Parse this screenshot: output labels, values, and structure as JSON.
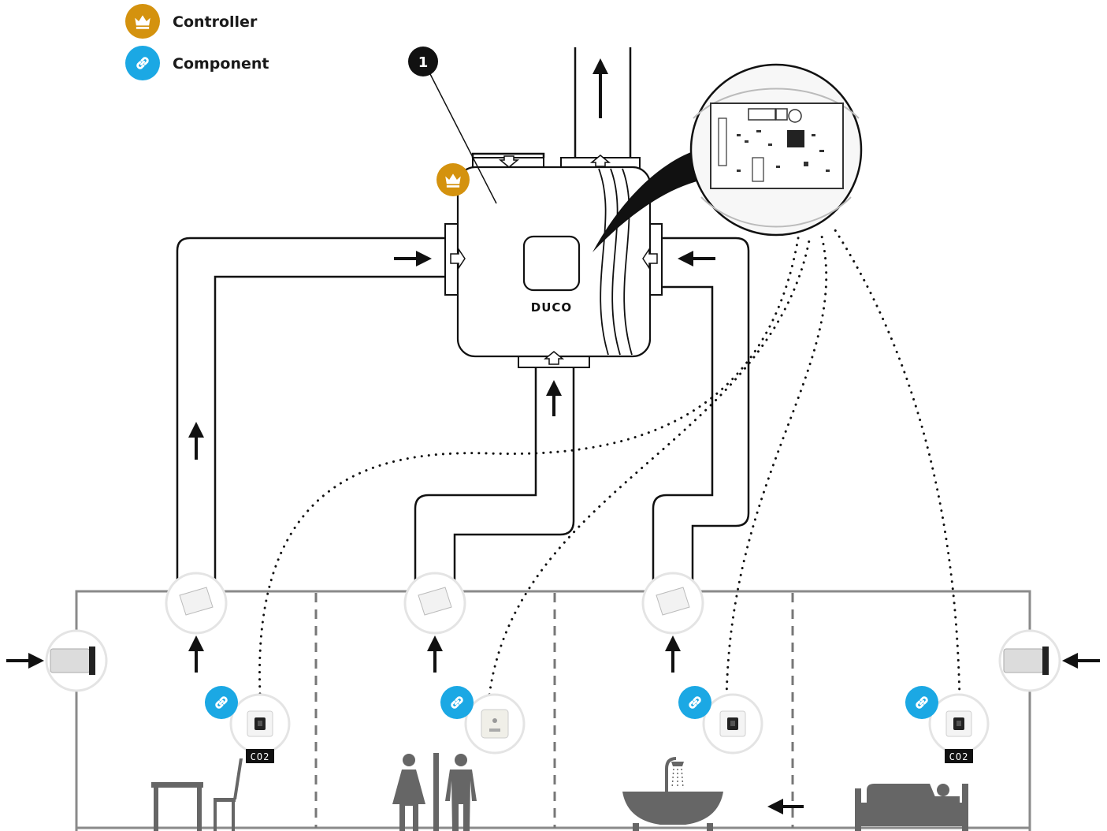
{
  "legend": {
    "controller_label": "Controller",
    "component_label": "Component"
  },
  "unit": {
    "number_badge": "1",
    "brand": "DUCO"
  },
  "sensors": {
    "living_room_tag": "CO2",
    "bedroom_tag": "CO2"
  },
  "colors": {
    "controller": "#D4920E",
    "component": "#1BA8E4",
    "wall": "#8a8a8a",
    "duct": "#111111",
    "room_icon": "#666666"
  },
  "icons": {
    "controller": "crown-icon",
    "component": "link-icon",
    "living_room": "table-chair-icon",
    "toilet": "woman-man-icon",
    "bathroom": "bathtub-shower-icon",
    "bedroom": "bed-icon"
  }
}
